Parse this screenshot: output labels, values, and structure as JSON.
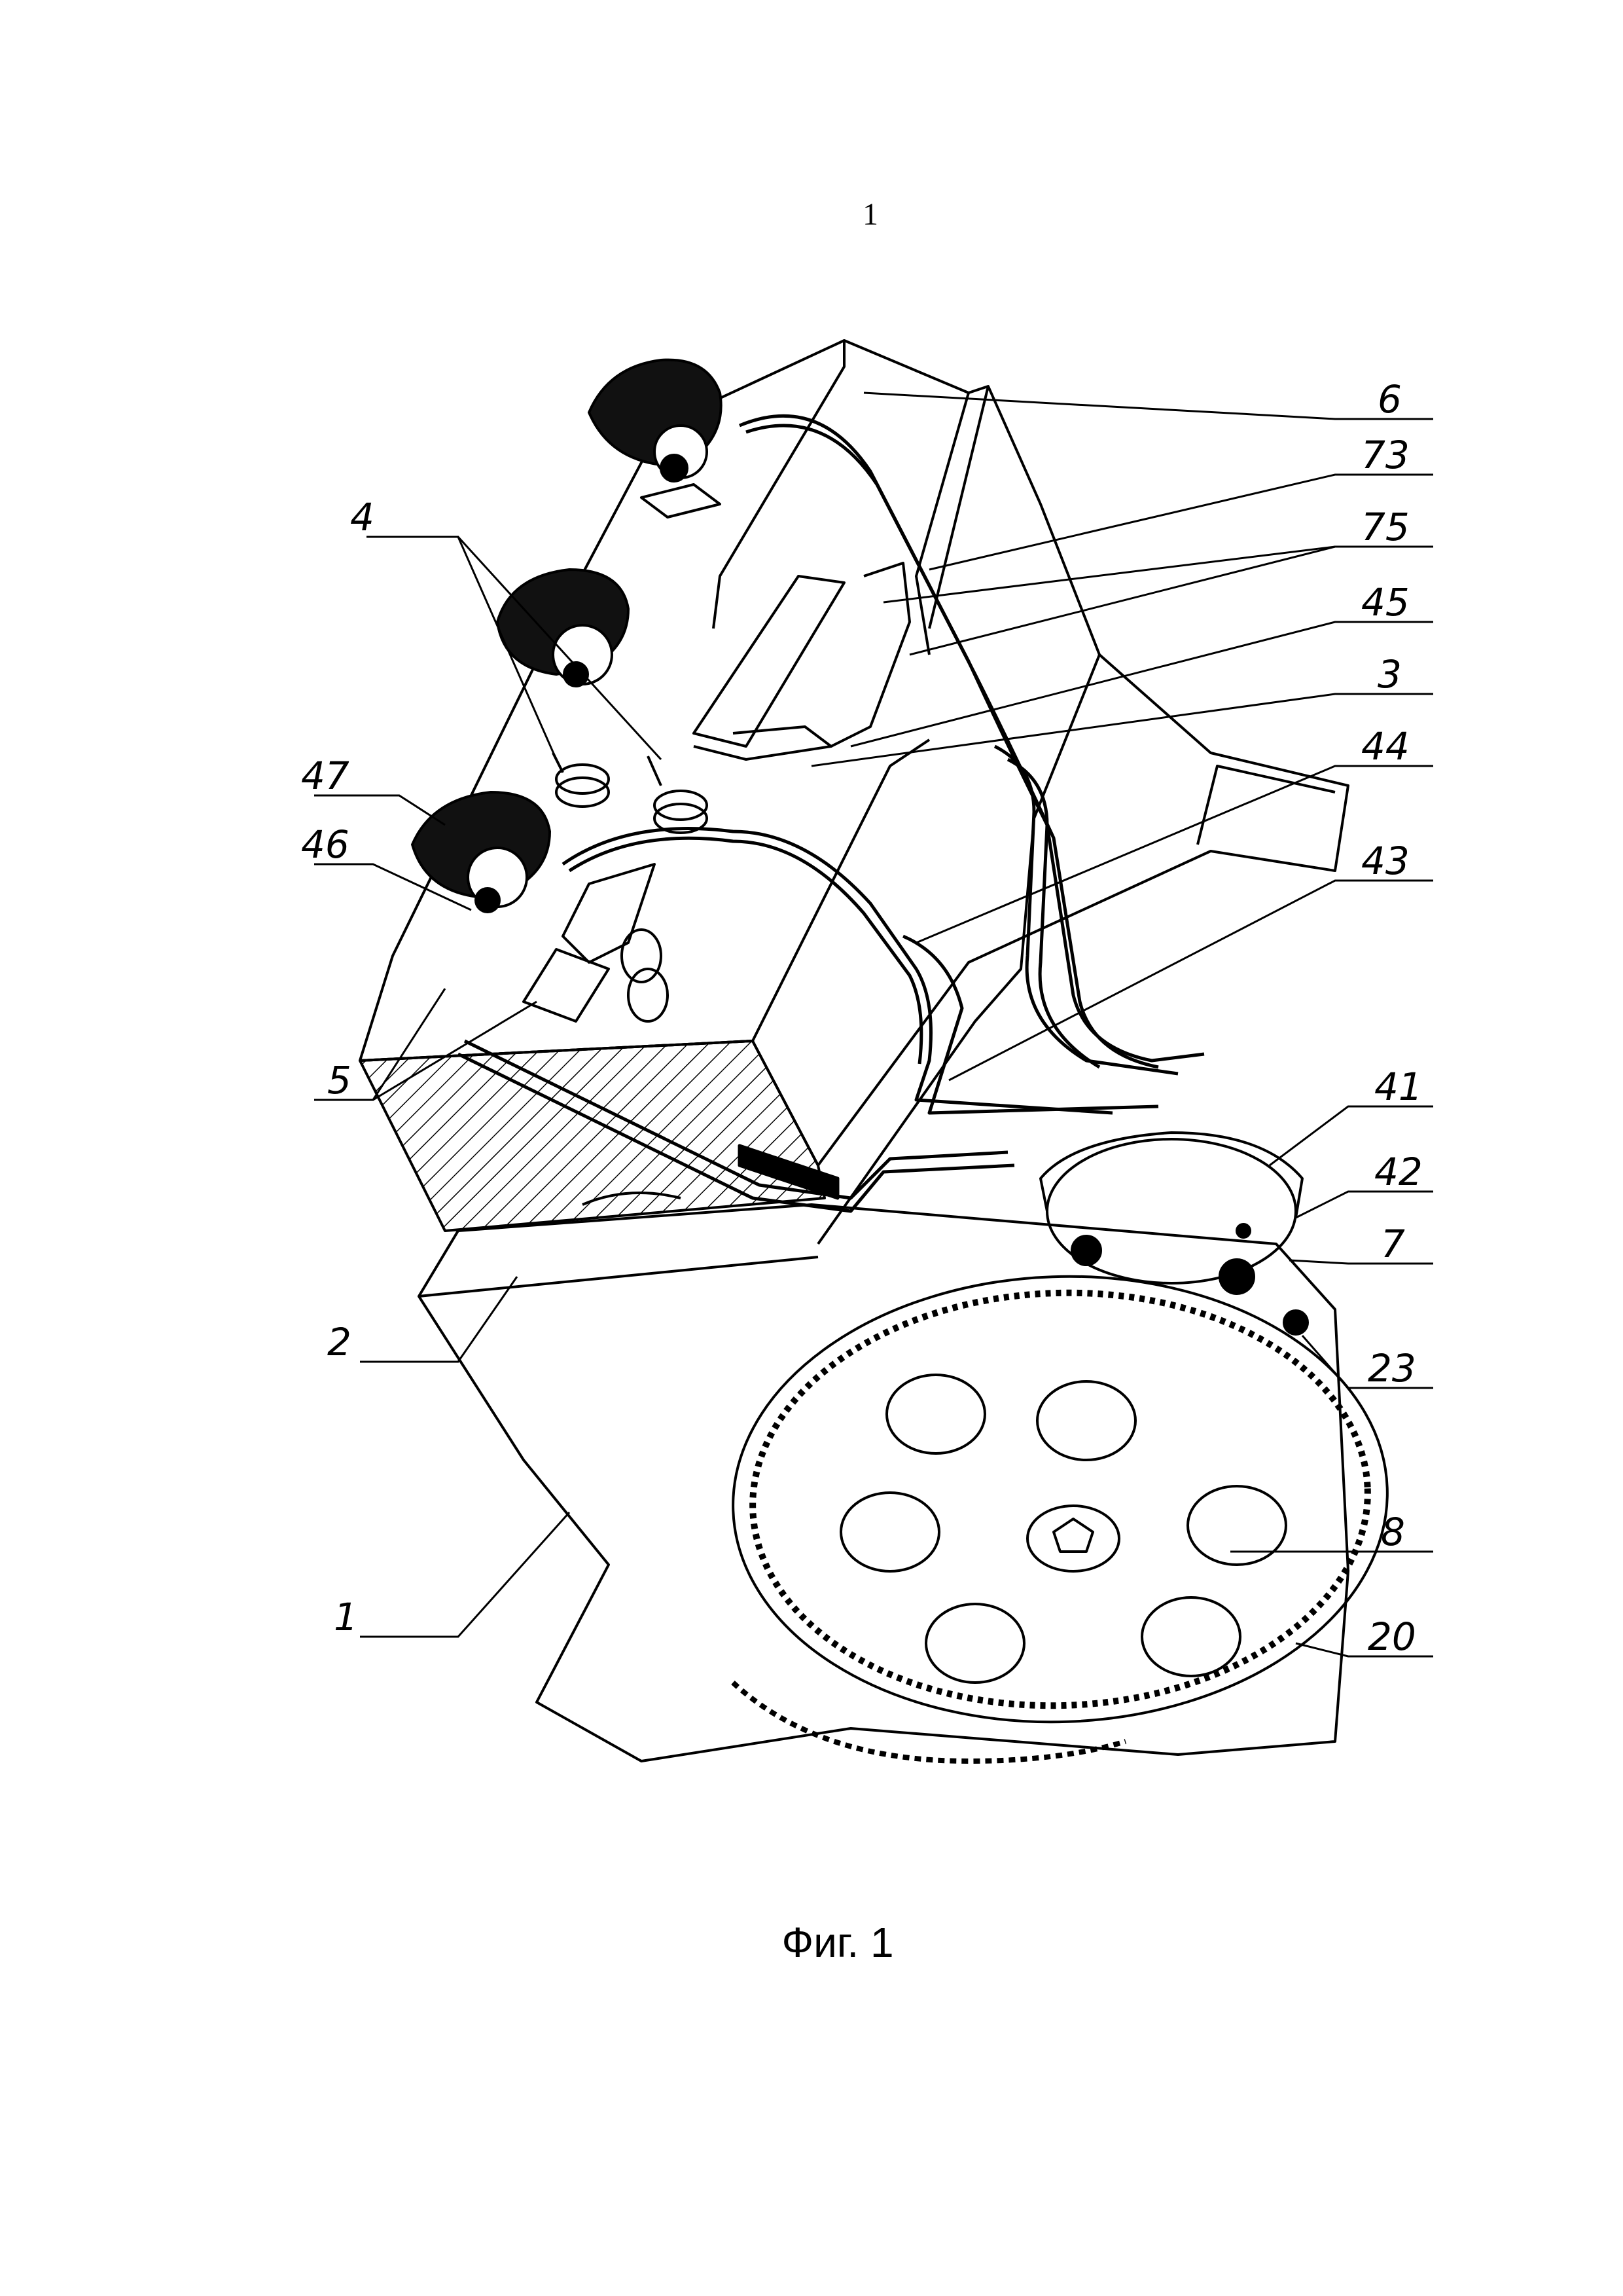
{
  "page_number": "1",
  "caption": "Фиг. 1",
  "callouts": {
    "c6": "6",
    "c73": "73",
    "c75": "75",
    "c45": "45",
    "c3": "3",
    "c44": "44",
    "c43": "43",
    "c41": "41",
    "c42": "42",
    "c7": "7",
    "c23": "23",
    "c8": "8",
    "c20": "20",
    "c1": "1",
    "c2": "2",
    "c5": "5",
    "c46": "46",
    "c47": "47",
    "c4": "4"
  },
  "colors": {
    "ink": "#000000",
    "paper": "#ffffff"
  }
}
